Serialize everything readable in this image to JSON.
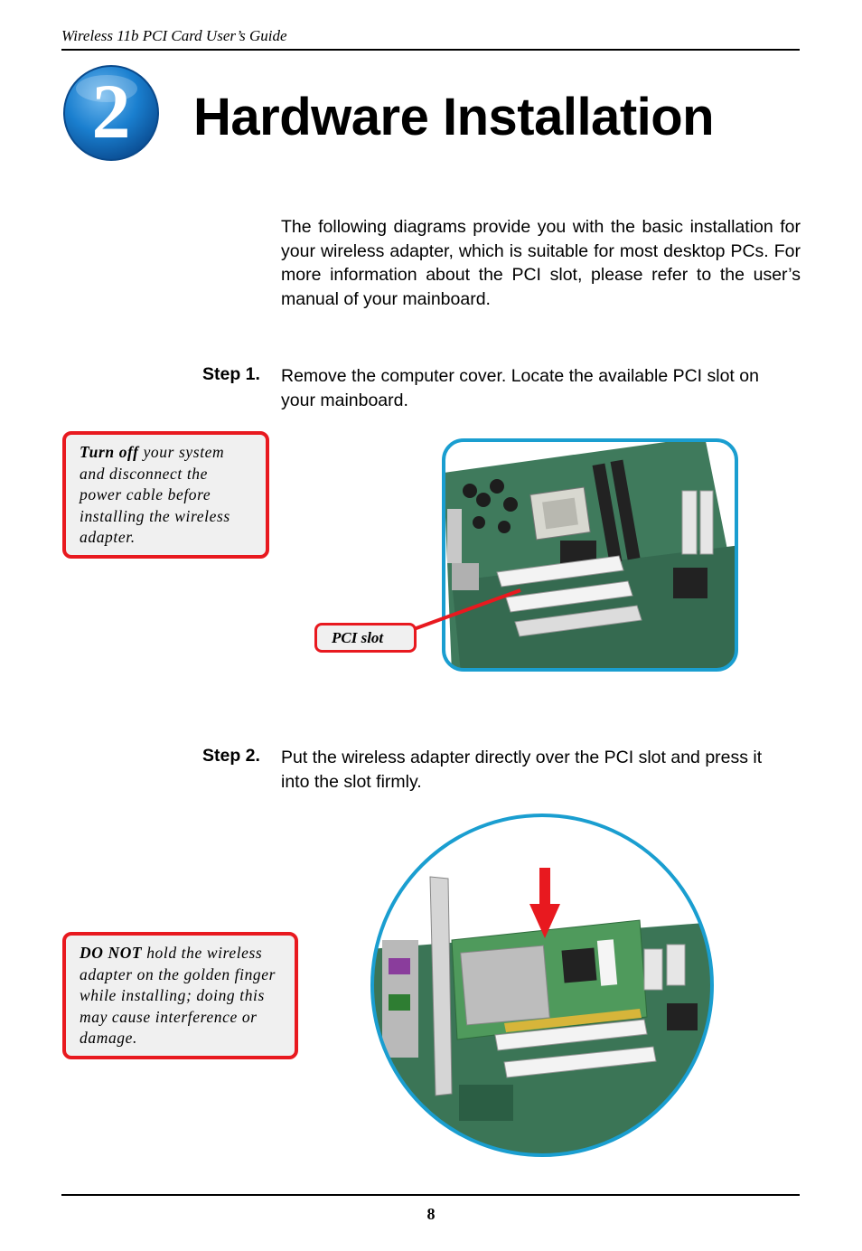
{
  "header": {
    "title": "Wireless 11b PCI Card User’s Guide"
  },
  "chapter": {
    "number": "2",
    "title": "Hardware Installation",
    "badge_color": "#1a7fcf"
  },
  "intro": "The following diagrams provide you with the basic installation for your wireless adapter, which is suitable for most desktop PCs.  For more information about the PCI slot, please refer to the user’s manual of your mainboard.",
  "steps": [
    {
      "label": "Step 1.",
      "text": "Remove the computer cover.  Locate the available PCI slot on your mainboard."
    },
    {
      "label": "Step 2.",
      "text": "Put the wireless adapter directly over the PCI slot and press it into the slot firmly."
    }
  ],
  "notes": [
    {
      "emphasis": "Turn off",
      "text": " your system and disconnect the power cable before installing the wireless adapter."
    },
    {
      "emphasis": "DO NOT",
      "text": " hold the wireless adapter on the golden finger while installing; doing this may cause interference or damage."
    }
  ],
  "figure1": {
    "callout": "PCI slot",
    "frame_color": "#1a9ed0"
  },
  "figure2": {
    "frame_color": "#1a9ed0",
    "arrow_color": "#e8191f"
  },
  "footer": {
    "page_number": "8"
  }
}
